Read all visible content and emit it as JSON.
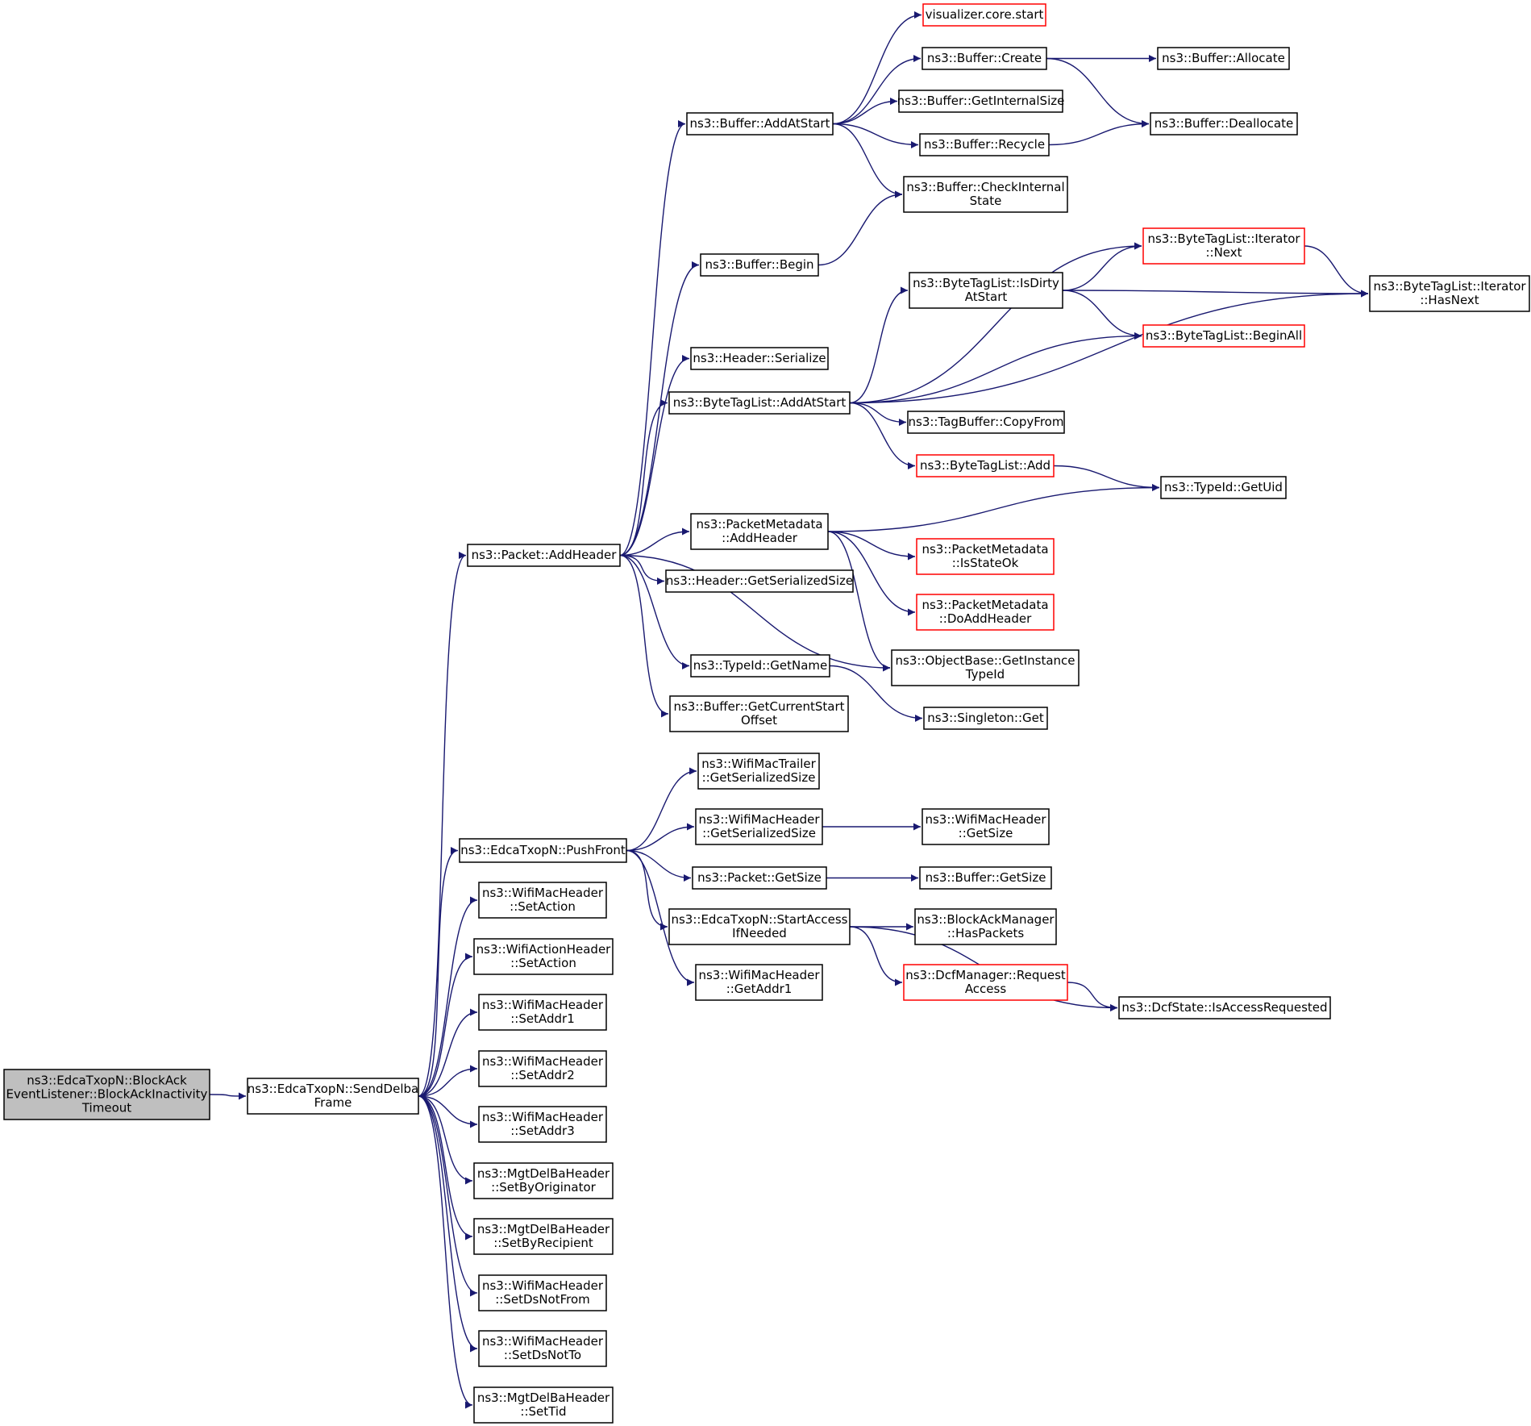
{
  "colors": {
    "edge": "#191970",
    "root_fill": "#bfbfbf",
    "red_border": "#ff0000",
    "border": "#000000"
  },
  "nodes": [
    {
      "id": "root",
      "lines": [
        "ns3::EdcaTxopN::BlockAck",
        "EventListener::BlockAckInactivity",
        "Timeout"
      ],
      "style": "root"
    },
    {
      "id": "sendDelba",
      "lines": [
        "ns3::EdcaTxopN::SendDelba",
        "Frame"
      ]
    },
    {
      "id": "addHeader",
      "lines": [
        "ns3::Packet::AddHeader"
      ]
    },
    {
      "id": "pushFront",
      "lines": [
        "ns3::EdcaTxopN::PushFront"
      ]
    },
    {
      "id": "wmhSetAction",
      "lines": [
        "ns3::WifiMacHeader",
        "::SetAction"
      ]
    },
    {
      "id": "wahSetAction",
      "lines": [
        "ns3::WifiActionHeader",
        "::SetAction"
      ]
    },
    {
      "id": "setAddr1",
      "lines": [
        "ns3::WifiMacHeader",
        "::SetAddr1"
      ]
    },
    {
      "id": "setAddr2",
      "lines": [
        "ns3::WifiMacHeader",
        "::SetAddr2"
      ]
    },
    {
      "id": "setAddr3",
      "lines": [
        "ns3::WifiMacHeader",
        "::SetAddr3"
      ]
    },
    {
      "id": "setByOrig",
      "lines": [
        "ns3::MgtDelBaHeader",
        "::SetByOriginator"
      ]
    },
    {
      "id": "setByRecip",
      "lines": [
        "ns3::MgtDelBaHeader",
        "::SetByRecipient"
      ]
    },
    {
      "id": "setDsNotFrom",
      "lines": [
        "ns3::WifiMacHeader",
        "::SetDsNotFrom"
      ]
    },
    {
      "id": "setDsNotTo",
      "lines": [
        "ns3::WifiMacHeader",
        "::SetDsNotTo"
      ]
    },
    {
      "id": "setTid",
      "lines": [
        "ns3::MgtDelBaHeader",
        "::SetTid"
      ]
    },
    {
      "id": "bufAddAtStart",
      "lines": [
        "ns3::Buffer::AddAtStart"
      ]
    },
    {
      "id": "bufBegin",
      "lines": [
        "ns3::Buffer::Begin"
      ]
    },
    {
      "id": "hdrSerialize",
      "lines": [
        "ns3::Header::Serialize"
      ]
    },
    {
      "id": "btlAddAtStart",
      "lines": [
        "ns3::ByteTagList::AddAtStart"
      ]
    },
    {
      "id": "pmAddHeader",
      "lines": [
        "ns3::PacketMetadata",
        "::AddHeader"
      ]
    },
    {
      "id": "hdrGetSerSize",
      "lines": [
        "ns3::Header::GetSerializedSize"
      ]
    },
    {
      "id": "tidGetName",
      "lines": [
        "ns3::TypeId::GetName"
      ]
    },
    {
      "id": "bufGetCurStart",
      "lines": [
        "ns3::Buffer::GetCurrentStart",
        "Offset"
      ]
    },
    {
      "id": "vizStart",
      "lines": [
        "visualizer.core.start"
      ],
      "style": "red"
    },
    {
      "id": "bufCreate",
      "lines": [
        "ns3::Buffer::Create"
      ]
    },
    {
      "id": "bufGetInternal",
      "lines": [
        "ns3::Buffer::GetInternalSize"
      ]
    },
    {
      "id": "bufRecycle",
      "lines": [
        "ns3::Buffer::Recycle"
      ]
    },
    {
      "id": "bufCheckInternal",
      "lines": [
        "ns3::Buffer::CheckInternal",
        "State"
      ]
    },
    {
      "id": "bufAllocate",
      "lines": [
        "ns3::Buffer::Allocate"
      ]
    },
    {
      "id": "bufDeallocate",
      "lines": [
        "ns3::Buffer::Deallocate"
      ]
    },
    {
      "id": "btlIterNext",
      "lines": [
        "ns3::ByteTagList::Iterator",
        "::Next"
      ],
      "style": "red"
    },
    {
      "id": "btlIsDirty",
      "lines": [
        "ns3::ByteTagList::IsDirty",
        "AtStart"
      ]
    },
    {
      "id": "btlBeginAll",
      "lines": [
        "ns3::ByteTagList::BeginAll"
      ],
      "style": "red"
    },
    {
      "id": "btlIterHasNext",
      "lines": [
        "ns3::ByteTagList::Iterator",
        "::HasNext"
      ]
    },
    {
      "id": "tagBufCopy",
      "lines": [
        "ns3::TagBuffer::CopyFrom"
      ]
    },
    {
      "id": "btlAdd",
      "lines": [
        "ns3::ByteTagList::Add"
      ],
      "style": "red"
    },
    {
      "id": "tidGetUid",
      "lines": [
        "ns3::TypeId::GetUid"
      ]
    },
    {
      "id": "pmIsStateOk",
      "lines": [
        "ns3::PacketMetadata",
        "::IsStateOk"
      ],
      "style": "red"
    },
    {
      "id": "pmDoAddHeader",
      "lines": [
        "ns3::PacketMetadata",
        "::DoAddHeader"
      ],
      "style": "red"
    },
    {
      "id": "objGetInstTid",
      "lines": [
        "ns3::ObjectBase::GetInstance",
        "TypeId"
      ]
    },
    {
      "id": "singletonGet",
      "lines": [
        "ns3::Singleton::Get"
      ]
    },
    {
      "id": "wmtGetSerSize",
      "lines": [
        "ns3::WifiMacTrailer",
        "::GetSerializedSize"
      ]
    },
    {
      "id": "wmhGetSerSize",
      "lines": [
        "ns3::WifiMacHeader",
        "::GetSerializedSize"
      ]
    },
    {
      "id": "pktGetSize",
      "lines": [
        "ns3::Packet::GetSize"
      ]
    },
    {
      "id": "startAccess",
      "lines": [
        "ns3::EdcaTxopN::StartAccess",
        "IfNeeded"
      ]
    },
    {
      "id": "getAddr1",
      "lines": [
        "ns3::WifiMacHeader",
        "::GetAddr1"
      ]
    },
    {
      "id": "wmhGetSize",
      "lines": [
        "ns3::WifiMacHeader",
        "::GetSize"
      ]
    },
    {
      "id": "bufGetSize",
      "lines": [
        "ns3::Buffer::GetSize"
      ]
    },
    {
      "id": "bamHasPackets",
      "lines": [
        "ns3::BlockAckManager",
        "::HasPackets"
      ]
    },
    {
      "id": "dcfReqAccess",
      "lines": [
        "ns3::DcfManager::Request",
        "Access"
      ],
      "style": "red"
    },
    {
      "id": "dcfIsAccessReq",
      "lines": [
        "ns3::DcfState::IsAccessRequested"
      ]
    }
  ],
  "edges": [
    [
      "root",
      "sendDelba"
    ],
    [
      "sendDelba",
      "addHeader"
    ],
    [
      "sendDelba",
      "pushFront"
    ],
    [
      "sendDelba",
      "wmhSetAction"
    ],
    [
      "sendDelba",
      "wahSetAction"
    ],
    [
      "sendDelba",
      "setAddr1"
    ],
    [
      "sendDelba",
      "setAddr2"
    ],
    [
      "sendDelba",
      "setAddr3"
    ],
    [
      "sendDelba",
      "setByOrig"
    ],
    [
      "sendDelba",
      "setByRecip"
    ],
    [
      "sendDelba",
      "setDsNotFrom"
    ],
    [
      "sendDelba",
      "setDsNotTo"
    ],
    [
      "sendDelba",
      "setTid"
    ],
    [
      "addHeader",
      "bufAddAtStart"
    ],
    [
      "addHeader",
      "bufBegin"
    ],
    [
      "addHeader",
      "hdrSerialize"
    ],
    [
      "addHeader",
      "btlAddAtStart"
    ],
    [
      "addHeader",
      "pmAddHeader"
    ],
    [
      "addHeader",
      "hdrGetSerSize"
    ],
    [
      "addHeader",
      "objGetInstTid"
    ],
    [
      "addHeader",
      "tidGetName"
    ],
    [
      "addHeader",
      "bufGetCurStart"
    ],
    [
      "bufAddAtStart",
      "vizStart"
    ],
    [
      "bufAddAtStart",
      "bufCreate"
    ],
    [
      "bufAddAtStart",
      "bufGetInternal"
    ],
    [
      "bufAddAtStart",
      "bufRecycle"
    ],
    [
      "bufAddAtStart",
      "bufCheckInternal"
    ],
    [
      "bufCreate",
      "bufAllocate"
    ],
    [
      "bufCreate",
      "bufDeallocate"
    ],
    [
      "bufRecycle",
      "bufDeallocate"
    ],
    [
      "bufBegin",
      "bufCheckInternal"
    ],
    [
      "btlAddAtStart",
      "btlIterNext"
    ],
    [
      "btlAddAtStart",
      "btlIsDirty"
    ],
    [
      "btlAddAtStart",
      "btlBeginAll"
    ],
    [
      "btlAddAtStart",
      "btlIterHasNext"
    ],
    [
      "btlAddAtStart",
      "tagBufCopy"
    ],
    [
      "btlAddAtStart",
      "btlAdd"
    ],
    [
      "btlIsDirty",
      "btlIterNext"
    ],
    [
      "btlIsDirty",
      "btlIterHasNext"
    ],
    [
      "btlIsDirty",
      "btlBeginAll"
    ],
    [
      "btlIterNext",
      "btlIterHasNext"
    ],
    [
      "btlAdd",
      "tidGetUid"
    ],
    [
      "pmAddHeader",
      "tidGetUid"
    ],
    [
      "pmAddHeader",
      "pmIsStateOk"
    ],
    [
      "pmAddHeader",
      "pmDoAddHeader"
    ],
    [
      "pmAddHeader",
      "objGetInstTid"
    ],
    [
      "tidGetName",
      "singletonGet"
    ],
    [
      "pushFront",
      "wmtGetSerSize"
    ],
    [
      "pushFront",
      "wmhGetSerSize"
    ],
    [
      "pushFront",
      "pktGetSize"
    ],
    [
      "pushFront",
      "startAccess"
    ],
    [
      "pushFront",
      "getAddr1"
    ],
    [
      "wmhGetSerSize",
      "wmhGetSize"
    ],
    [
      "pktGetSize",
      "bufGetSize"
    ],
    [
      "startAccess",
      "bamHasPackets"
    ],
    [
      "startAccess",
      "dcfReqAccess"
    ],
    [
      "startAccess",
      "dcfIsAccessReq"
    ],
    [
      "dcfReqAccess",
      "dcfIsAccessReq"
    ]
  ]
}
